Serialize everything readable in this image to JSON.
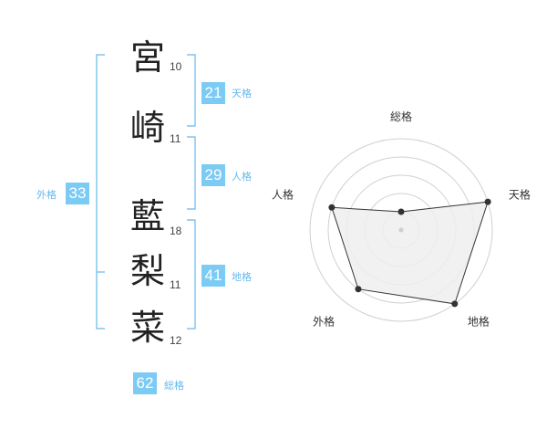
{
  "name": {
    "chars": [
      {
        "kanji": "宮",
        "strokes": "10"
      },
      {
        "kanji": "崎",
        "strokes": "11"
      },
      {
        "kanji": "藍",
        "strokes": "18"
      },
      {
        "kanji": "梨",
        "strokes": "11"
      },
      {
        "kanji": "菜",
        "strokes": "12"
      }
    ]
  },
  "kakusu": {
    "tenkaku": {
      "value": "21",
      "label": "天格"
    },
    "jinkaku": {
      "value": "29",
      "label": "人格"
    },
    "chikaku": {
      "value": "41",
      "label": "地格"
    },
    "gaikaku": {
      "value": "33",
      "label": "外格"
    },
    "soukaku": {
      "value": "62",
      "label": "総格"
    }
  },
  "chart_data": {
    "type": "radar",
    "axes": [
      "総格",
      "天格",
      "地格",
      "外格",
      "人格"
    ],
    "values": [
      0.2,
      1.0,
      1.0,
      0.8,
      0.8
    ],
    "rings": 5,
    "colors": {
      "fill": "#eeeeee",
      "grid": "#d0d0d0",
      "line": "#333333",
      "point": "#333333"
    }
  },
  "colors": {
    "accent": "#7ccbf4",
    "bracket": "#66b8ec",
    "label": "#66b8ec"
  }
}
